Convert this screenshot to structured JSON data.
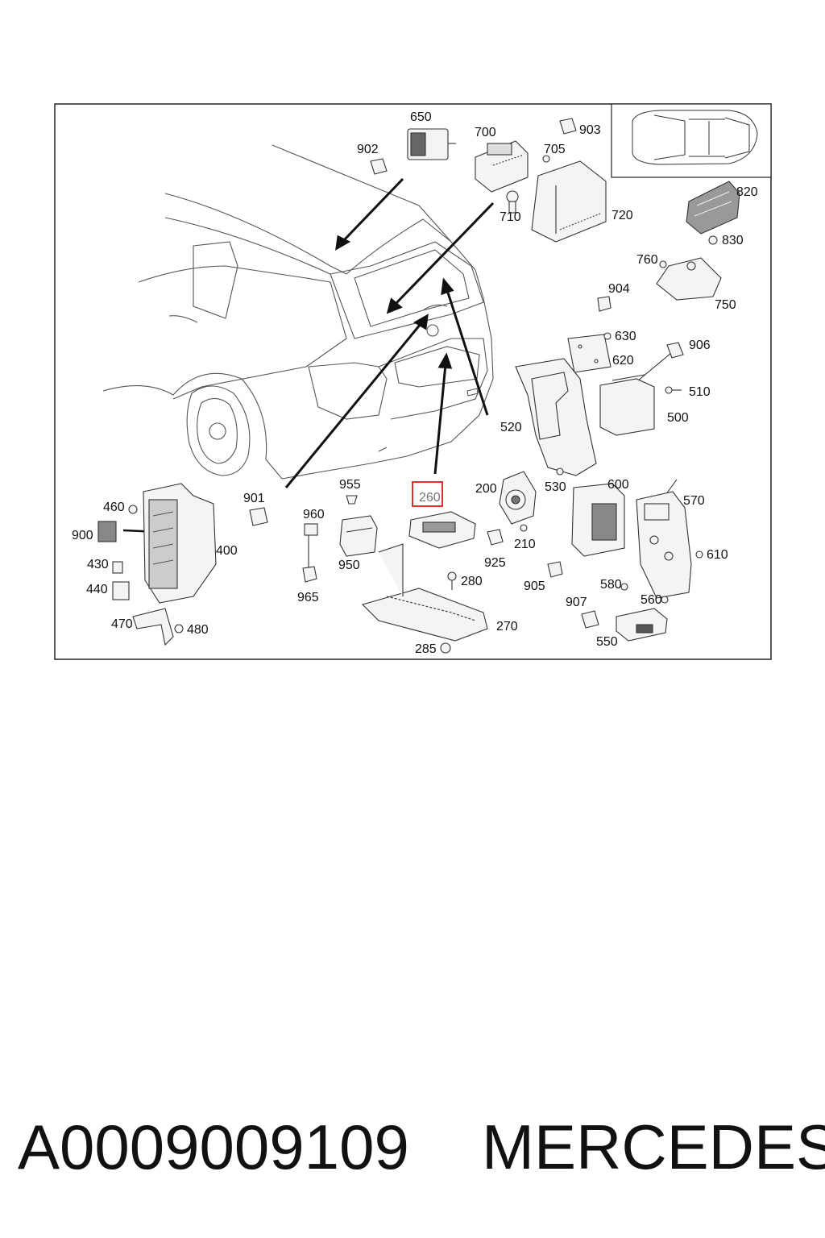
{
  "diagram": {
    "labels": {
      "l650": "650",
      "l700": "700",
      "l903": "903",
      "l902": "902",
      "l705": "705",
      "l710": "710",
      "l720": "720",
      "l820": "820",
      "l830": "830",
      "l760": "760",
      "l750": "750",
      "l904": "904",
      "l630": "630",
      "l620": "620",
      "l906": "906",
      "l510": "510",
      "l500": "500",
      "l520": "520",
      "l530": "530",
      "l200": "200",
      "l600": "600",
      "l570": "570",
      "l260": "260",
      "l210": "210",
      "l925": "925",
      "l610": "610",
      "l905": "905",
      "l580": "580",
      "l560": "560",
      "l907": "907",
      "l550": "550",
      "l270": "270",
      "l285": "285",
      "l280": "280",
      "l955": "955",
      "l960": "960",
      "l950": "950",
      "l965": "965",
      "l901": "901",
      "l460": "460",
      "l900": "900",
      "l400": "400",
      "l430": "430",
      "l440": "440",
      "l470": "470",
      "l480": "480"
    },
    "highlighted_part": "260",
    "highlight_color": "#e03030"
  },
  "footer": {
    "part_number": "A0009009109",
    "brand": "MERCEDES"
  }
}
